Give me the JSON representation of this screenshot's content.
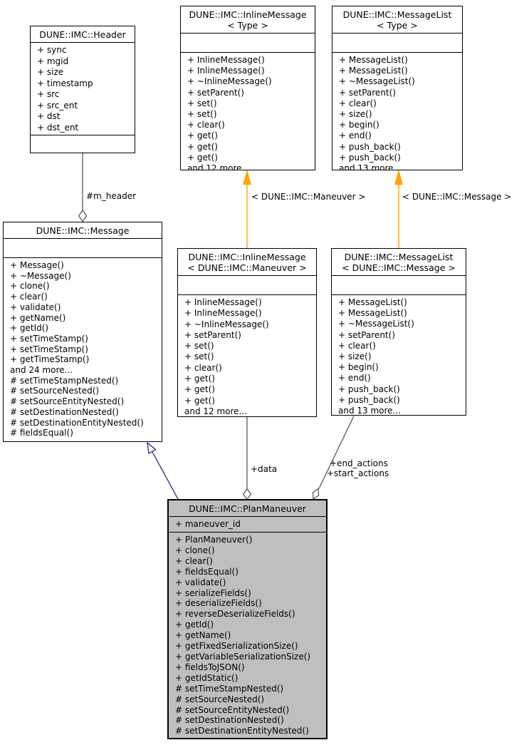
{
  "diagram": {
    "classes": {
      "header": {
        "title": "DUNE::IMC::Header",
        "attributes": [
          "+ sync",
          "+ mgid",
          "+ size",
          "+ timestamp",
          "+ src",
          "+ src_ent",
          "+ dst",
          "+ dst_ent"
        ],
        "methods": []
      },
      "inline_message_type": {
        "title_line1": "DUNE::IMC::InlineMessage",
        "title_line2": "< Type >",
        "attributes": [],
        "methods": [
          "+ InlineMessage()",
          "+ InlineMessage()",
          "+ ~InlineMessage()",
          "+ setParent()",
          "+ set()",
          "+ set()",
          "+ clear()",
          "+ get()",
          "+ get()",
          "+ get()",
          "and 12 more..."
        ]
      },
      "message_list_type": {
        "title_line1": "DUNE::IMC::MessageList",
        "title_line2": "< Type >",
        "attributes": [],
        "methods": [
          "+ MessageList()",
          "+ MessageList()",
          "+ ~MessageList()",
          "+ setParent()",
          "+ clear()",
          "+ size()",
          "+ begin()",
          "+ end()",
          "+ push_back()",
          "+ push_back()",
          "and 13 more..."
        ]
      },
      "message": {
        "title": "DUNE::IMC::Message",
        "attributes": [],
        "methods": [
          "+ Message()",
          "+ ~Message()",
          "+ clone()",
          "+ clear()",
          "+ validate()",
          "+ getName()",
          "+ getId()",
          "+ setTimeStamp()",
          "+ setTimeStamp()",
          "+ getTimeStamp()",
          "and 24 more...",
          "# setTimeStampNested()",
          "# setSourceNested()",
          "# setSourceEntityNested()",
          "# setDestinationNested()",
          "# setDestinationEntityNested()",
          "# fieldsEqual()"
        ]
      },
      "inline_message_maneuver": {
        "title_line1": "DUNE::IMC::InlineMessage",
        "title_line2": "< DUNE::IMC::Maneuver >",
        "attributes": [],
        "methods": [
          "+ InlineMessage()",
          "+ InlineMessage()",
          "+ ~InlineMessage()",
          "+ setParent()",
          "+ set()",
          "+ set()",
          "+ clear()",
          "+ get()",
          "+ get()",
          "+ get()",
          "and 12 more..."
        ]
      },
      "message_list_message": {
        "title_line1": "DUNE::IMC::MessageList",
        "title_line2": "< DUNE::IMC::Message >",
        "attributes": [],
        "methods": [
          "+ MessageList()",
          "+ MessageList()",
          "+ ~MessageList()",
          "+ setParent()",
          "+ clear()",
          "+ size()",
          "+ begin()",
          "+ end()",
          "+ push_back()",
          "+ push_back()",
          "and 13 more..."
        ]
      },
      "plan_maneuver": {
        "title": "DUNE::IMC::PlanManeuver",
        "attributes": [
          "+ maneuver_id"
        ],
        "methods": [
          "+ PlanManeuver()",
          "+ clone()",
          "+ clear()",
          "+ fieldsEqual()",
          "+ validate()",
          "+ serializeFields()",
          "+ deserializeFields()",
          "+ reverseDeserializeFields()",
          "+ getId()",
          "+ getName()",
          "+ getFixedSerializationSize()",
          "+ getVariableSerializationSize()",
          "+ fieldsToJSON()",
          "+ getIdStatic()",
          "# setTimeStampNested()",
          "# setSourceNested()",
          "# setSourceEntityNested()",
          "# setDestinationNested()",
          "# setDestinationEntityNested()"
        ]
      }
    },
    "edges": {
      "m_header": {
        "label": "#m_header"
      },
      "inline_instantiation": {
        "label": "< DUNE::IMC::Maneuver >"
      },
      "list_instantiation": {
        "label": "< DUNE::IMC::Message >"
      },
      "data": {
        "label": "+data"
      },
      "actions": {
        "label_line1": "+end_actions",
        "label_line2": "+start_actions"
      }
    },
    "colors": {
      "template_edge": "#ffa500",
      "inheritance_edge": "#191970",
      "usage_edge": "#4d4d4d",
      "highlight_fill": "#bfbfbf",
      "box_fill": "#ffffff",
      "border": "#000000"
    }
  }
}
